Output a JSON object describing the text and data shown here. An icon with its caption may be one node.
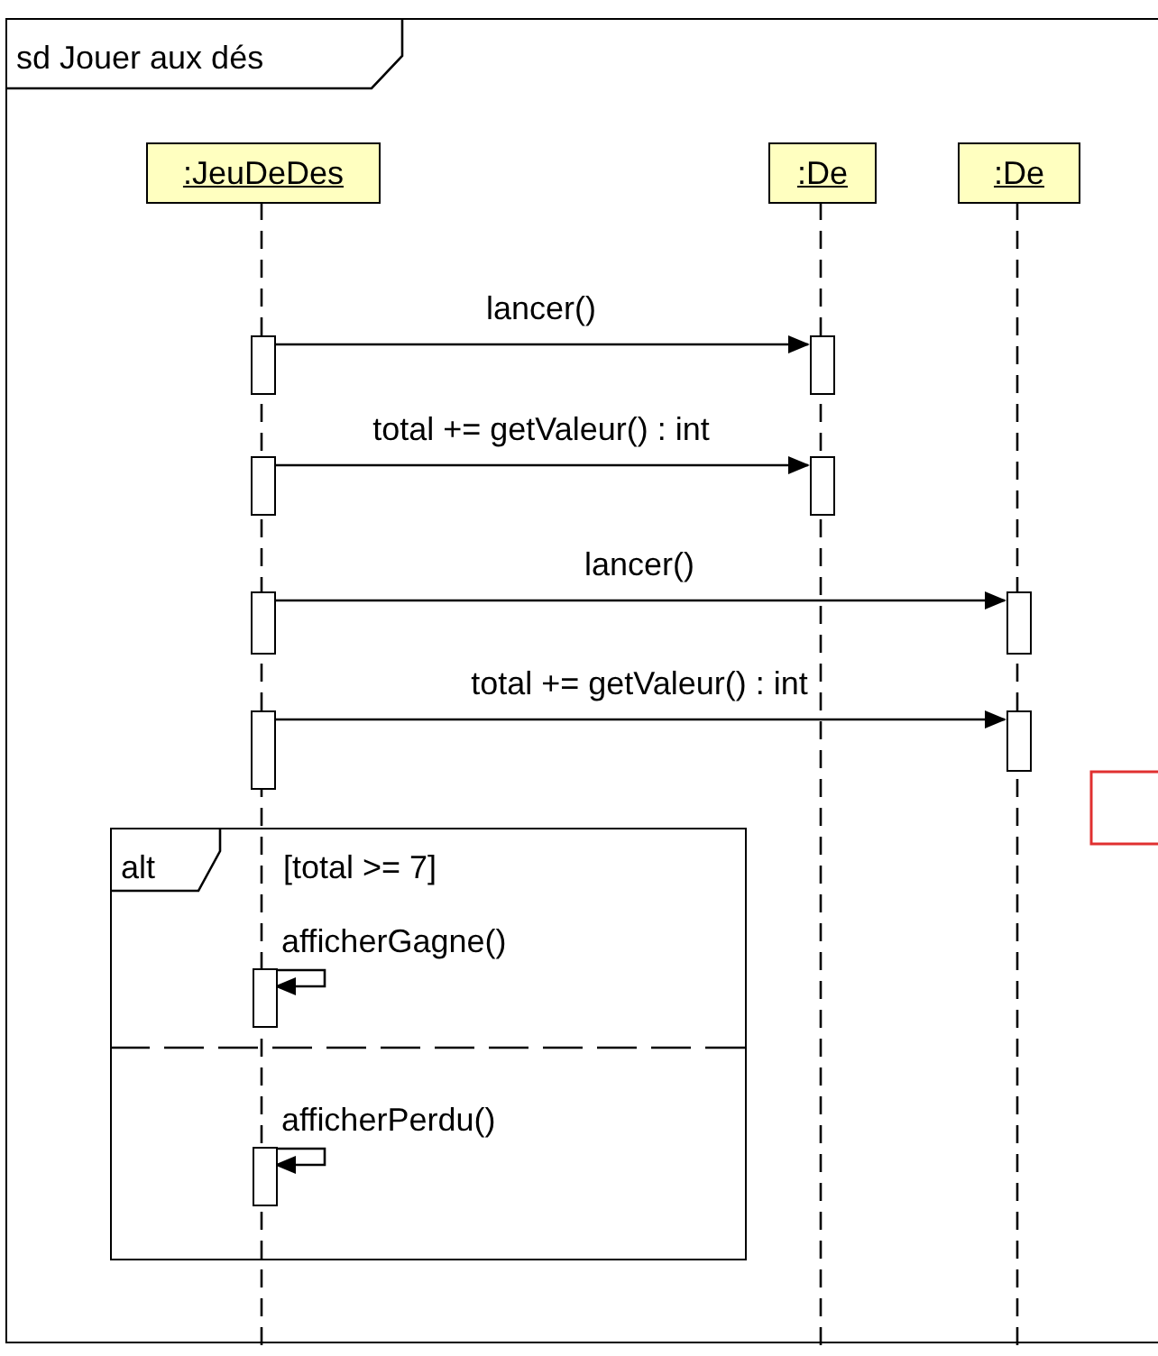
{
  "diagram": {
    "nodes": [
      {
        "text": [
          "sd Jouer aux dés"
        ]
      },
      {
        "text": [
          ":JeuDeDes"
        ],
        "in": 0
      },
      {
        "text": [
          ":De"
        ],
        "in": 0
      },
      {
        "text": [
          ":De"
        ],
        "in": 0
      },
      {
        "text": [],
        "shape": "bar",
        "in": 0
      },
      {
        "text": [],
        "shape": "bar",
        "in": 0
      },
      {
        "text": [],
        "shape": "bar",
        "in": 0
      },
      {
        "text": [],
        "shape": "bar",
        "in": 0
      },
      {
        "text": [],
        "shape": "bar",
        "in": 0
      },
      {
        "text": [],
        "shape": "bar",
        "in": 0
      },
      {
        "text": [],
        "shape": "bar",
        "in": 0
      },
      {
        "text": [],
        "shape": "bar",
        "in": 0
      },
      {
        "text": [
          "alt",
          "[total >= 7]"
        ],
        "in": 0
      },
      {
        "text": [],
        "shape": "bar",
        "in": 12
      },
      {
        "text": [],
        "shape": "bar",
        "in": 12
      }
    ],
    "edges": [
      {
        "from": 4,
        "to": 5,
        "arrow": "to",
        "label": "lancer()"
      },
      {
        "from": 6,
        "to": 7,
        "arrow": "to",
        "label": "total += getValeur() : int"
      },
      {
        "from": 8,
        "to": 9,
        "arrow": "to",
        "label": "lancer()"
      },
      {
        "from": 10,
        "to": 11,
        "arrow": "to",
        "label": "total += getValeur() : int"
      },
      {
        "from": 13,
        "to": 13,
        "arrow": "to",
        "label": "afficherGagne()"
      },
      {
        "from": 14,
        "to": 14,
        "arrow": "to",
        "label": "afficherPerdu()"
      }
    ]
  }
}
